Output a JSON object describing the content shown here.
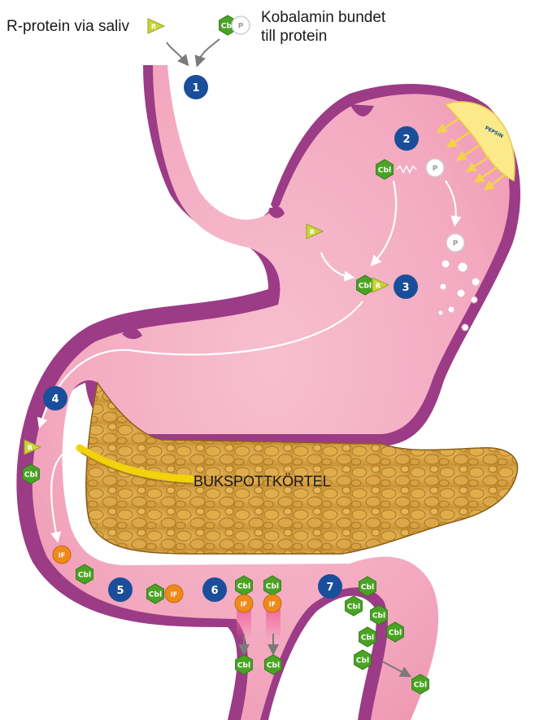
{
  "labels": {
    "r_protein_saliva": "R-protein via saliv",
    "cobalamin_line1": "Kobalamin bundet",
    "cobalamin_line2": "till protein",
    "pancreas": "BUKSPOTTKÖRTEL",
    "pepsin": "PEPSIN"
  },
  "steps": [
    "1",
    "2",
    "3",
    "4",
    "5",
    "6",
    "7"
  ],
  "molecules": {
    "cobalamin": "Cbl",
    "r_protein": "R",
    "protein": "P",
    "intrinsic_factor": "IF"
  },
  "colors": {
    "step_circle": "#1a4e9a",
    "cobalamin": "#4aa324",
    "r_protein": "#c9d43a",
    "intrinsic_factor": "#ef8a1a",
    "stomach_wall": "#9c3b86",
    "stomach_inner": "#f5b3c6",
    "pancreas": "#d9a645",
    "bile_duct": "#f2d20c",
    "pepsin": "#fbe98a"
  }
}
